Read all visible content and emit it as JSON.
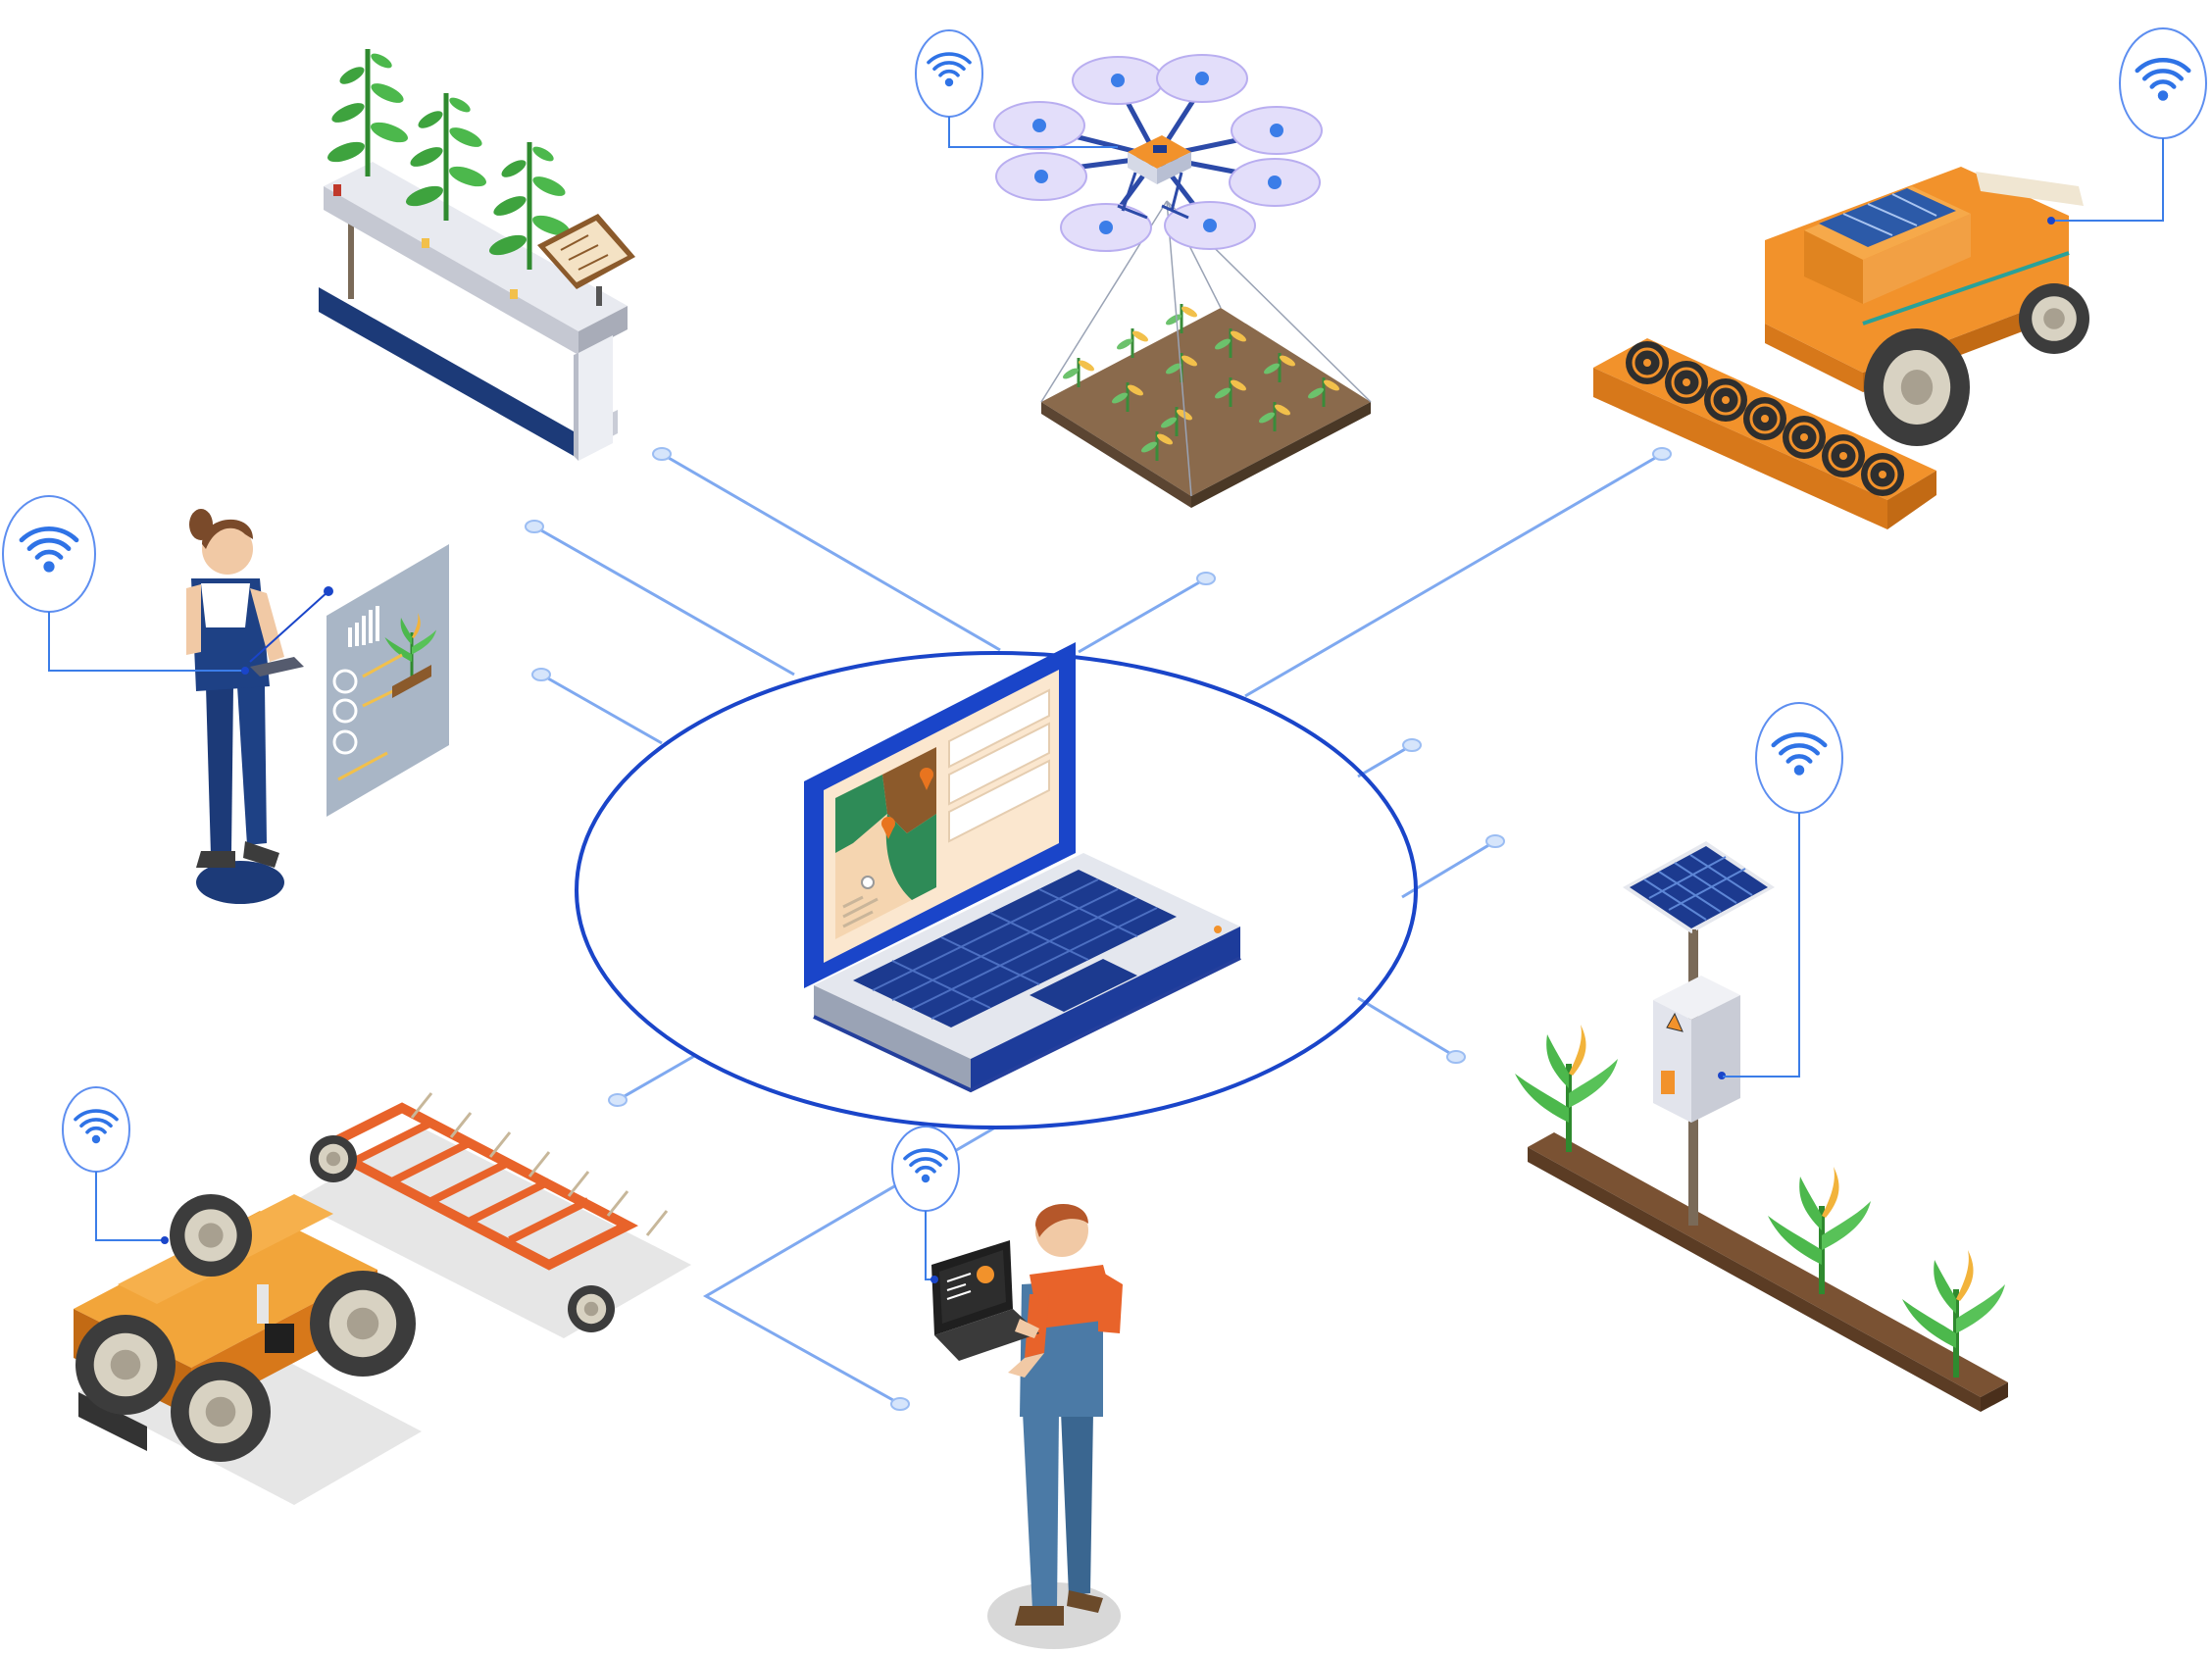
{
  "diagram": {
    "hub": {
      "device": "laptop",
      "screen": "farm-map-dashboard"
    },
    "nodes": [
      {
        "id": "vertical-farm",
        "wifi": false
      },
      {
        "id": "agri-drone",
        "wifi": true
      },
      {
        "id": "combine-harvester",
        "wifi": true
      },
      {
        "id": "farmer-woman-tablet",
        "wifi": true
      },
      {
        "id": "solar-sensor-station",
        "wifi": true
      },
      {
        "id": "autonomous-tractor-cultivator",
        "wifi": true
      },
      {
        "id": "farmer-man-laptop",
        "wifi": true
      }
    ]
  },
  "icons": {
    "wifi": "wifi-icon",
    "map_pin": "map-pin-icon",
    "warning": "warning-icon"
  },
  "colors": {
    "connector_blue": "#1a45c9",
    "line_blue": "#7fa9f0",
    "wifi_blue": "#3b7de8",
    "machine_orange": "#f2922b",
    "soil_brown": "#7a5233",
    "plant_green": "#3ea33e",
    "navy": "#1c3a78"
  }
}
